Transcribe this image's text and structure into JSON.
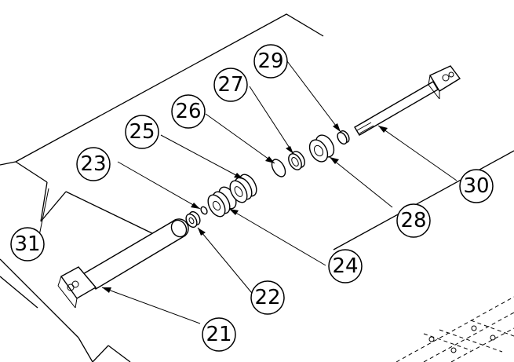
{
  "callouts": [
    {
      "id": "21",
      "label": "21"
    },
    {
      "id": "22",
      "label": "22"
    },
    {
      "id": "23",
      "label": "23"
    },
    {
      "id": "24",
      "label": "24"
    },
    {
      "id": "25",
      "label": "25"
    },
    {
      "id": "26",
      "label": "26"
    },
    {
      "id": "27",
      "label": "27"
    },
    {
      "id": "28",
      "label": "28"
    },
    {
      "id": "29",
      "label": "29"
    },
    {
      "id": "30",
      "label": "30"
    },
    {
      "id": "31",
      "label": "31"
    }
  ]
}
